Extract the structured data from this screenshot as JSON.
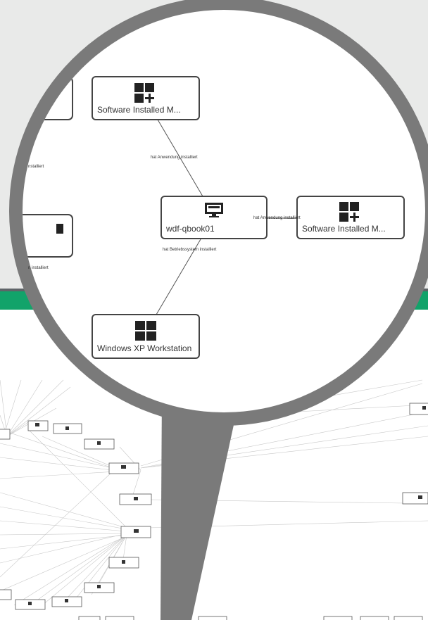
{
  "zoom": {
    "nodes": {
      "sw_top": {
        "label": "Software Installed M...",
        "icon": "software-icon"
      },
      "host": {
        "label": "wdf-qbook01",
        "icon": "monitor-icon"
      },
      "sw_right": {
        "label": "Software Installed M...",
        "icon": "software-icon"
      },
      "os": {
        "label": "Windows XP Workstation",
        "icon": "windows-icon"
      },
      "left_partial": {
        "icon": "server-icon"
      }
    },
    "edges": {
      "app_top": "hat Anwendung installiert",
      "app_right": "hat Anwendung installiert",
      "os": "hat Betriebssystem installiert",
      "left_top": "nstalliert",
      "left_bottom": "n installiert"
    }
  },
  "colors": {
    "top_band": "#e9eae9",
    "green_bar": "#12a36a",
    "magnifier_ring": "#7a7a7a",
    "node_border": "#444444"
  }
}
